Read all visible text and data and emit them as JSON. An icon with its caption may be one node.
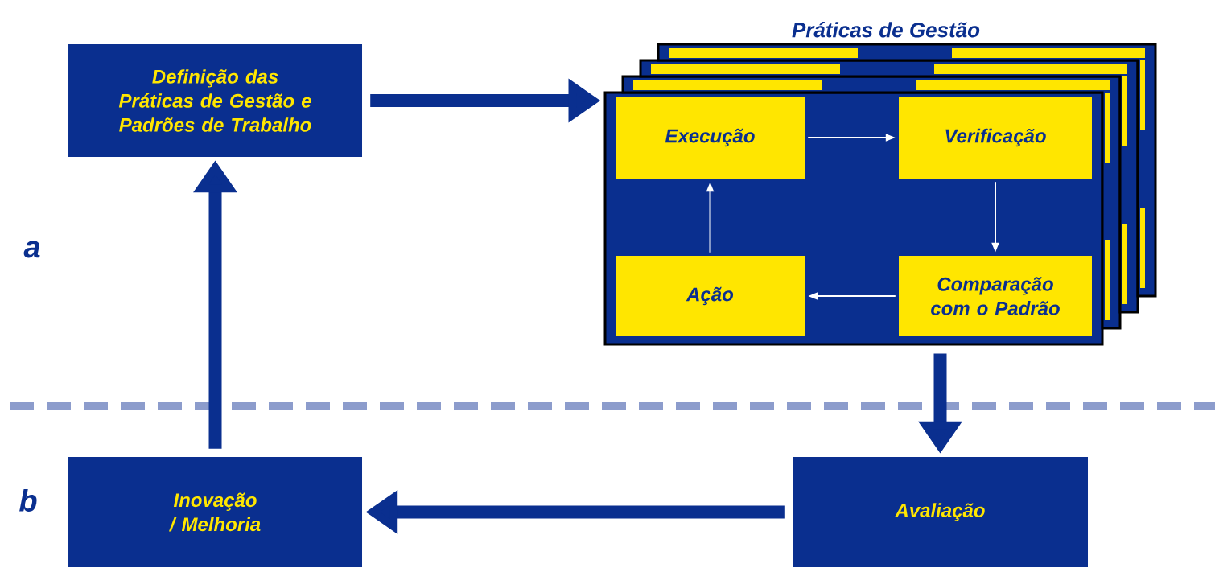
{
  "diagram": {
    "nodes": [
      {
        "text": [
          "Definição das Práticas de Gestão e Padrões de Trabalho"
        ]
      },
      {
        "text": [
          "Práticas de Gestão"
        ]
      },
      {
        "text": [
          "Execução"
        ],
        "in": 1
      },
      {
        "text": [
          "Verificação"
        ],
        "in": 1
      },
      {
        "text": [
          "Ação"
        ],
        "in": 1
      },
      {
        "text": [
          "Comparação com o Padrão"
        ],
        "in": 1
      },
      {
        "text": [
          "Inovação / Melhoria"
        ]
      },
      {
        "text": [
          "Avaliação"
        ]
      }
    ],
    "edges": [
      {
        "from": 0,
        "to": 1,
        "arrow": "to",
        "style": "thick"
      },
      {
        "from": 2,
        "to": 3,
        "arrow": "to",
        "color": "#ffffff"
      },
      {
        "from": 3,
        "to": 5,
        "arrow": "to",
        "color": "#ffffff"
      },
      {
        "from": 5,
        "to": 4,
        "arrow": "to",
        "color": "#ffffff"
      },
      {
        "from": 4,
        "to": 2,
        "arrow": "to",
        "color": "#ffffff"
      },
      {
        "from": 1,
        "to": 7,
        "arrow": "to",
        "style": "thick"
      },
      {
        "from": 7,
        "to": 6,
        "arrow": "to",
        "style": "thick"
      },
      {
        "from": 6,
        "to": 0,
        "arrow": "to",
        "style": "thick"
      }
    ],
    "labels": [
      "a",
      "b"
    ]
  }
}
